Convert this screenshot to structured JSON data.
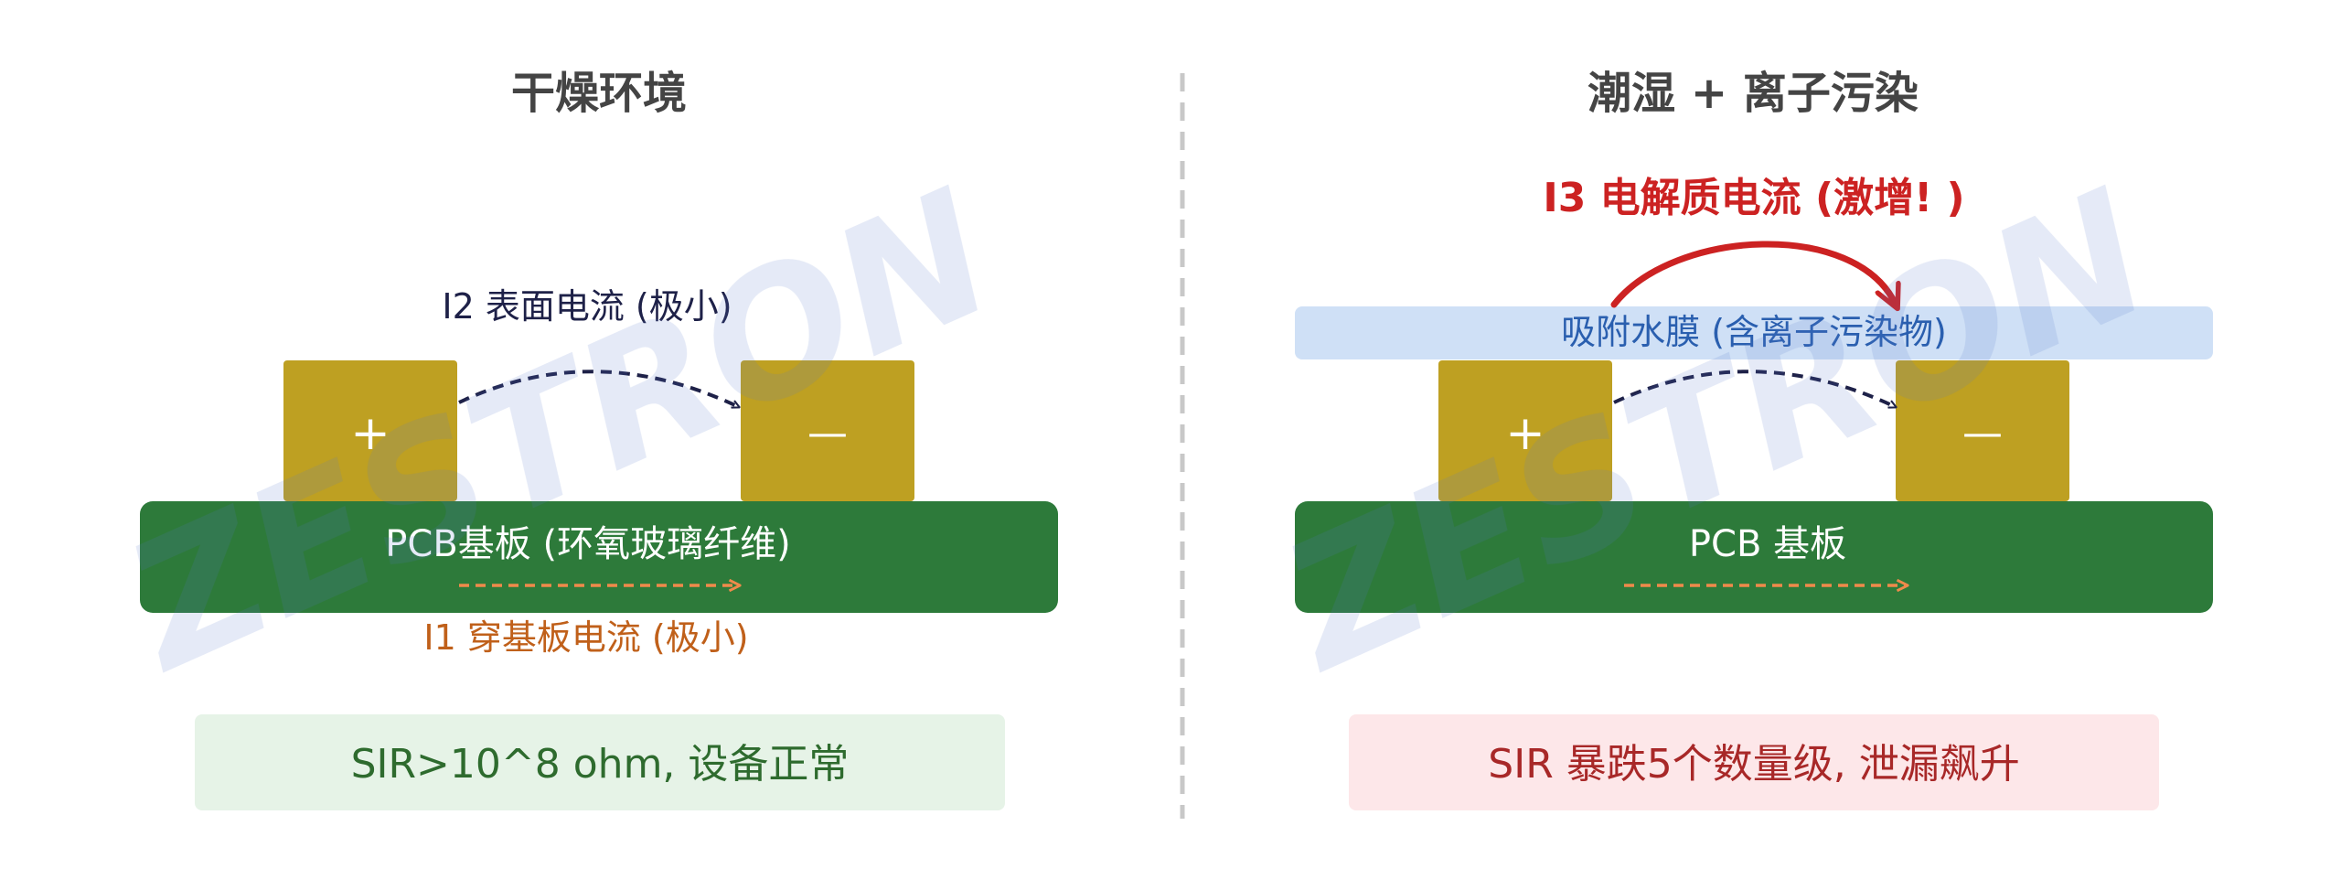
{
  "left": {
    "title": "干燥环境",
    "surface_current": "I2 表面电流 (极小)",
    "electrode_plus": "+",
    "electrode_minus": "—",
    "substrate": "PCB基板 (环氧玻璃纤维)",
    "substrate_current": "I1 穿基板电流 (极小)",
    "status": "SIR>10^8 ohm, 设备正常"
  },
  "right": {
    "title": "潮湿 + 离子污染",
    "electrolyte_current": "I3 电解质电流 (激增! )",
    "water_film": "吸附水膜 (含离子污染物)",
    "electrode_plus": "+",
    "electrode_minus": "—",
    "substrate": "PCB 基板",
    "status": "SIR 暴跌5个数量级, 泄漏飙升"
  },
  "watermark": "ZESTRON",
  "colors": {
    "electrode": "#bea022",
    "pcb": "#2d7a3a",
    "surface_arrow": "#1e2148",
    "substrate_arrow": "#f08a4b",
    "electrolyte_arrow": "#cc2222",
    "water_film": "#cfe0f6",
    "ok_box": "#e6f3e7",
    "bad_box": "#fde7e9",
    "divider": "#c8c8c8"
  }
}
